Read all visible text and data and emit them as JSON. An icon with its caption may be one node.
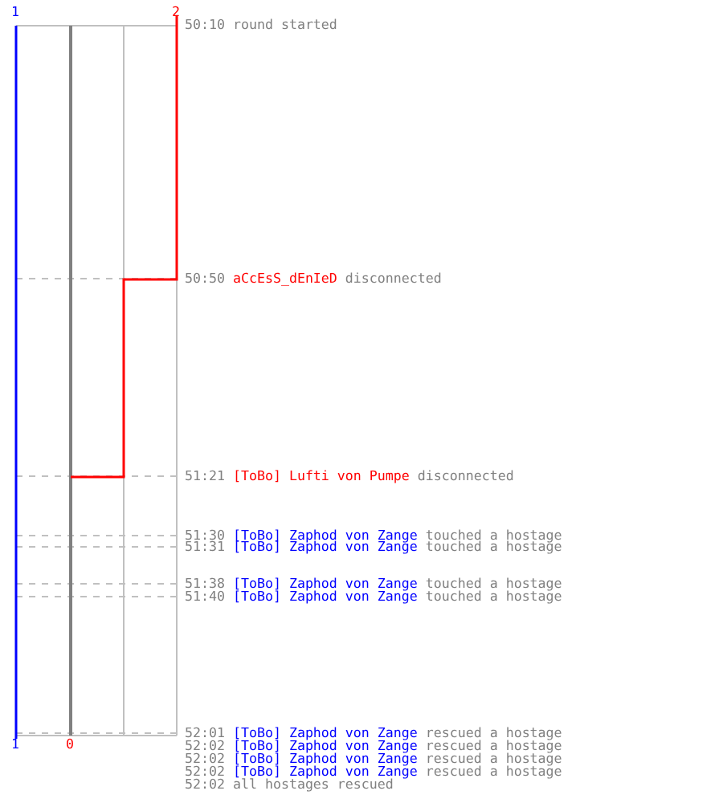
{
  "diagram": {
    "labels": [
      "1",
      "2",
      "50:10",
      "round started",
      "50:50",
      "aCcEsS_dEnIeD",
      "disconnected",
      "51:21",
      "[ToBo] Lufti von Pumpe",
      "disconnected",
      "51:30",
      "[ToBo] Zaphod von Zange",
      "touched a hostage",
      "51:31",
      "[ToBo] Zaphod von Zange",
      "touched a hostage",
      "51:38",
      "[ToBo] Zaphod von Zange",
      "touched a hostage",
      "51:40",
      "[ToBo] Zaphod von Zange",
      "touched a hostage",
      "52:01",
      "[ToBo] Zaphod von Zange",
      "rescued a hostage",
      "52:02",
      "[ToBo] Zaphod von Zange",
      "rescued a hostage",
      "52:02",
      "[ToBo] Zaphod von Zange",
      "rescued a hostage",
      "52:02",
      "[ToBo] Zaphod von Zange",
      "rescued a hostage",
      "52:02",
      "all hostages rescued",
      "1",
      "0"
    ]
  }
}
